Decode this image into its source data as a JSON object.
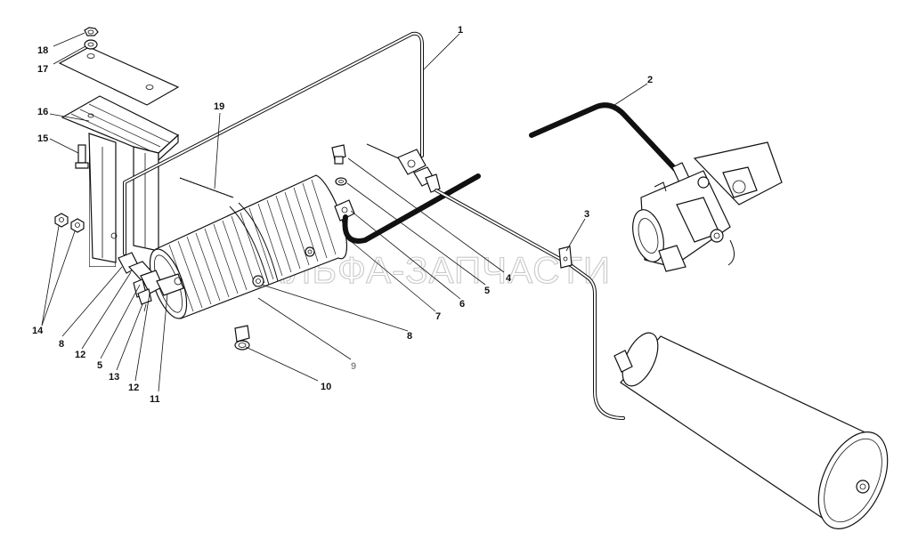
{
  "watermark": "АЛЬФА-ЗАПЧАСТИ",
  "callouts": [
    {
      "id": "c1",
      "text": "1"
    },
    {
      "id": "c2",
      "text": "2"
    },
    {
      "id": "c3",
      "text": "3"
    },
    {
      "id": "c4",
      "text": "4"
    },
    {
      "id": "c5a",
      "text": "5"
    },
    {
      "id": "c5b",
      "text": "5"
    },
    {
      "id": "c6",
      "text": "6"
    },
    {
      "id": "c7",
      "text": "7"
    },
    {
      "id": "c8a",
      "text": "8"
    },
    {
      "id": "c8b",
      "text": "8"
    },
    {
      "id": "c9",
      "text": "9"
    },
    {
      "id": "c10",
      "text": "10"
    },
    {
      "id": "c11",
      "text": "11"
    },
    {
      "id": "c12a",
      "text": "12"
    },
    {
      "id": "c12b",
      "text": "12"
    },
    {
      "id": "c13",
      "text": "13"
    },
    {
      "id": "c14",
      "text": "14"
    },
    {
      "id": "c15",
      "text": "15"
    },
    {
      "id": "c16",
      "text": "16"
    },
    {
      "id": "c17",
      "text": "17"
    },
    {
      "id": "c18",
      "text": "18"
    },
    {
      "id": "c19",
      "text": "19"
    }
  ]
}
